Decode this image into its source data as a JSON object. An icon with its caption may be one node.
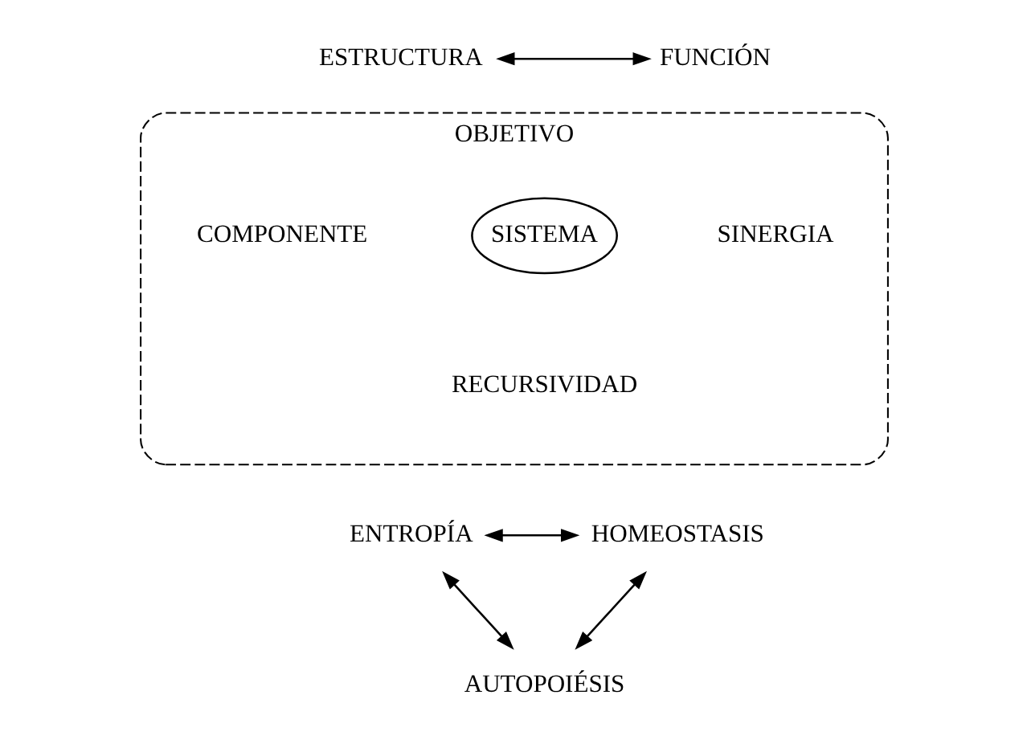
{
  "diagram": {
    "nodes": [
      {
        "text": [
          "ESTRUCTURA"
        ]
      },
      {
        "text": [
          "FUNCIÓN"
        ]
      },
      {
        "text": [
          "OBJETIVO",
          "COMPONENTE",
          "SINERGIA",
          "RECURSIVIDAD"
        ]
      },
      {
        "text": [
          "SISTEMA"
        ],
        "in": 2
      },
      {
        "text": [
          "ENTROPÍA"
        ]
      },
      {
        "text": [
          "HOMEOSTASIS"
        ]
      },
      {
        "text": [
          "AUTOPOIÉSIS"
        ]
      }
    ],
    "edges": [
      {
        "from": 0,
        "to": 1,
        "arrow": "both"
      },
      {
        "from": 4,
        "to": 5,
        "arrow": "both"
      },
      {
        "from": 4,
        "to": 6,
        "arrow": "both"
      },
      {
        "from": 5,
        "to": 6,
        "arrow": "both"
      }
    ]
  }
}
